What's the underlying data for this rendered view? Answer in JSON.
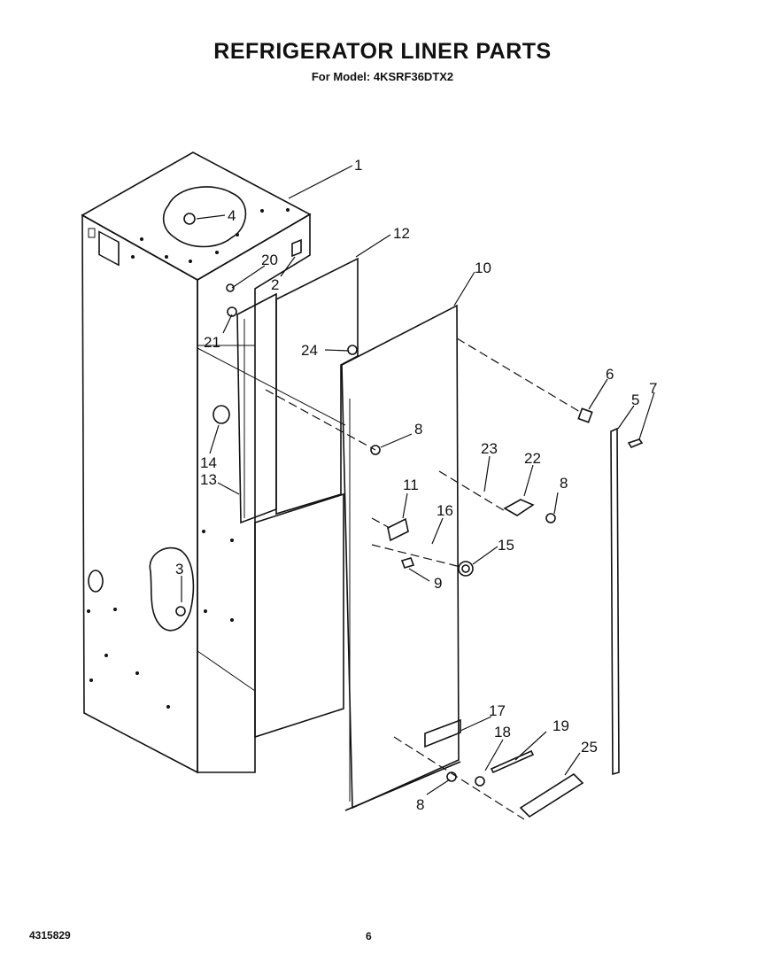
{
  "header": {
    "title": "REFRIGERATOR LINER PARTS",
    "subtitle": "For Model: 4KSRF36DTX2"
  },
  "footer": {
    "part_number": "4315829",
    "page_number": "6"
  },
  "callouts": [
    "1",
    "4",
    "12",
    "20",
    "2",
    "10",
    "21",
    "24",
    "6",
    "5",
    "7",
    "8",
    "14",
    "13",
    "23",
    "22",
    "8",
    "11",
    "16",
    "15",
    "9",
    "3",
    "17",
    "18",
    "19",
    "25",
    "8"
  ]
}
